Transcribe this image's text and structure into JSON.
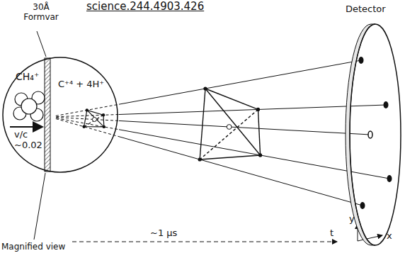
{
  "diagram": {
    "nodes": [
      {
        "text": [
          "CH₄⁺",
          "C⁺⁴ + 4H⁺",
          "v/c ~0.02"
        ]
      },
      {
        "text": [
          "Detector"
        ]
      }
    ],
    "labels": [
      "science.244.4903.426",
      "30Å Formvar",
      "Magnified view",
      "~1 µs",
      "t",
      "y",
      "x"
    ]
  }
}
